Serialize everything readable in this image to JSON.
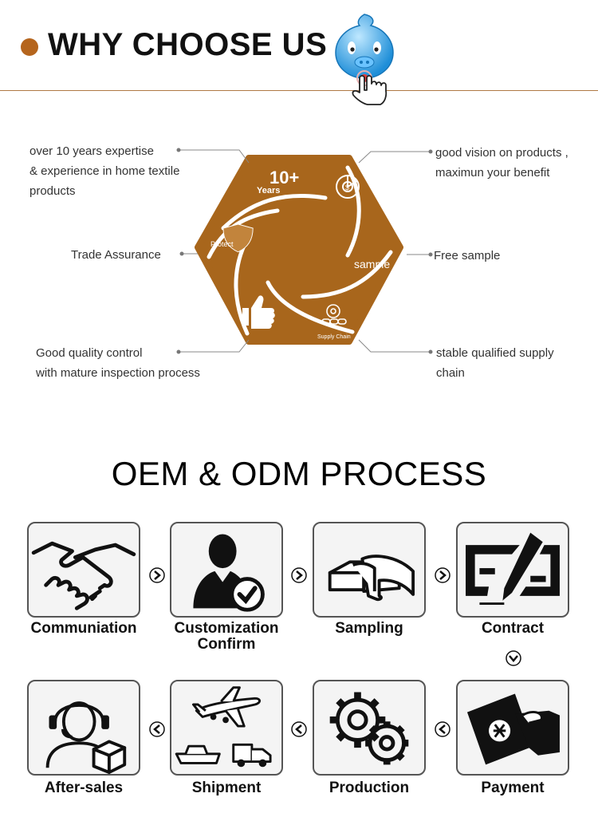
{
  "header": {
    "title": "WHY CHOOSE US"
  },
  "hexagon": {
    "years_big": "10+",
    "years_small": "Years",
    "protect": "Protect",
    "sample": "sample",
    "supply_chain": "Supply Chain"
  },
  "features": {
    "expertise": [
      "over 10 years expertise",
      "& experience in home textile",
      "products"
    ],
    "vision": [
      "good vision on products ,",
      "maximun your benefit"
    ],
    "trade": [
      "Trade Assurance"
    ],
    "free_sample": [
      "Free sample"
    ],
    "quality": [
      "Good quality control",
      "with mature inspection process"
    ],
    "supply": [
      "stable qualified supply",
      "chain"
    ]
  },
  "process": {
    "title": "OEM & ODM PROCESS",
    "steps": [
      {
        "label": "Communiation",
        "icon": "handshake-icon"
      },
      {
        "label": "Customization\nConfirm",
        "icon": "person-check-icon"
      },
      {
        "label": "Sampling",
        "icon": "fabric-samples-icon"
      },
      {
        "label": "Contract",
        "icon": "contract-pen-icon"
      },
      {
        "label": "Payment",
        "icon": "payment-card-icon"
      },
      {
        "label": "Production",
        "icon": "gears-icon"
      },
      {
        "label": "Shipment",
        "icon": "shipment-icon"
      },
      {
        "label": "After-sales",
        "icon": "support-agent-icon"
      }
    ]
  },
  "colors": {
    "brand_brown": "#a8661c",
    "accent": "#b5651d"
  }
}
